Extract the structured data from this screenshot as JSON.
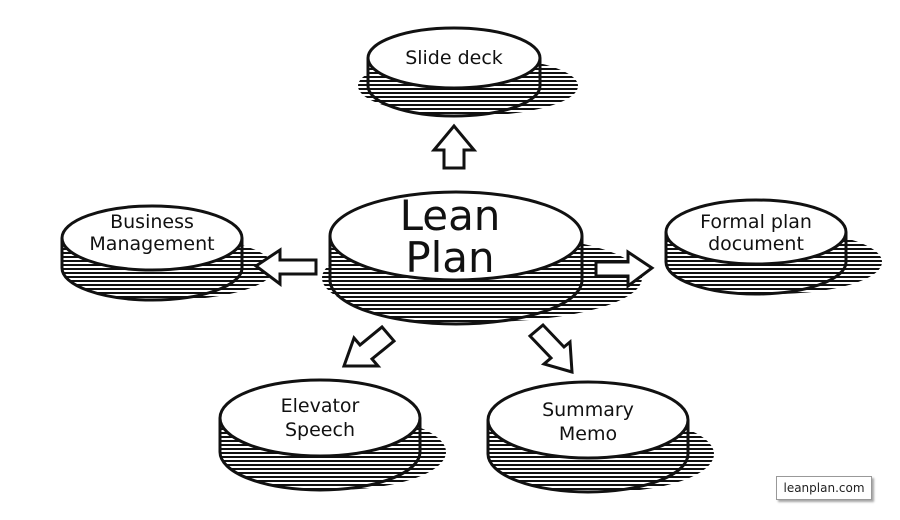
{
  "center": {
    "line1": "Lean",
    "line2": "Plan"
  },
  "nodes": {
    "slide_deck": {
      "line1": "Slide deck"
    },
    "business_management": {
      "line1": "Business",
      "line2": "Management"
    },
    "formal_plan": {
      "line1": "Formal plan",
      "line2": "document"
    },
    "elevator_speech": {
      "line1": "Elevator",
      "line2": "Speech"
    },
    "summary_memo": {
      "line1": "Summary",
      "line2": "Memo"
    }
  },
  "brand": {
    "text": "leanplan.com"
  },
  "colors": {
    "ink": "#111111",
    "paper": "#ffffff"
  }
}
